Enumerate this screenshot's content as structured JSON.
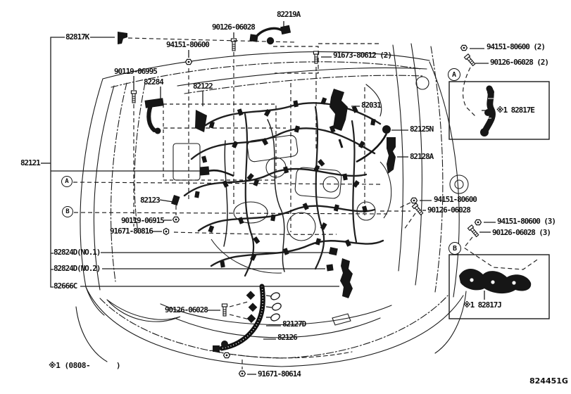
{
  "diagram": {
    "code": "824451G",
    "footnote": "※1 (0808-      )",
    "markers": {
      "a": "A",
      "b": "B"
    },
    "parts": {
      "p82817k": "82817K",
      "p90126_06028": "90126-06028",
      "p82219a": "82219A",
      "p94151_80600": "94151-80600",
      "p91673_80612_2": "91673-80612 (2)",
      "p90119_06995": "90119-06995",
      "p82284": "82284",
      "p82122": "82122",
      "p82031": "82031",
      "p82125n": "82125N",
      "p82128a": "82128A",
      "p94151_80600_2": "94151-80600 (2)",
      "p90126_06028_2": "90126-06028 (2)",
      "p82817e": "※1 82817E",
      "p82121": "82121",
      "p82123": "82123",
      "p90119_06915": "90119-06915",
      "p91671_80816": "91671-80816",
      "p82824d_no1": "82824D(NO.1)",
      "p82824d_no2": "82824D(NO.2)",
      "p82666c": "82666C",
      "p94151_80600_3": "94151-80600 (3)",
      "p90126_06028_3": "90126-06028 (3)",
      "p82817j": "※1 82817J",
      "p82127d": "82127D",
      "p82126": "82126",
      "p91671_80614": "91671-80614"
    },
    "colors": {
      "line": "#1a1a1a",
      "background": "#ffffff"
    }
  }
}
